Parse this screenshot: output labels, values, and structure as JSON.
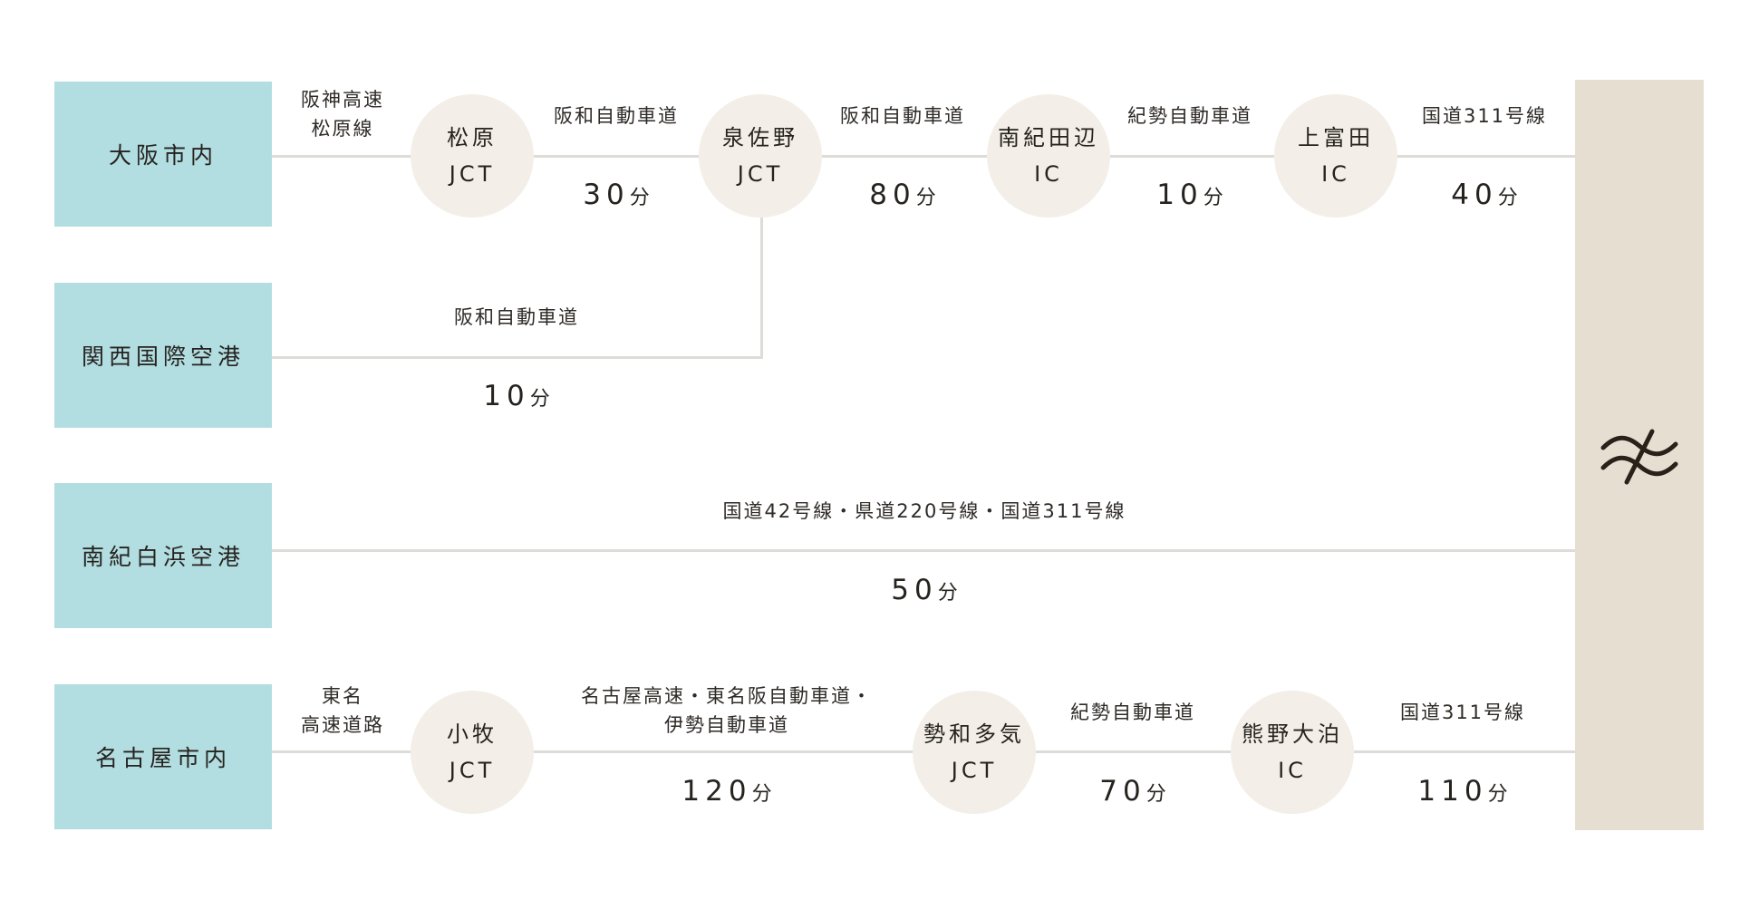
{
  "colors": {
    "origin_box": "#b2dde1",
    "junction_circle": "#f3efe8",
    "route_line": "#dedcd8",
    "destination_bar": "#e6dfd1",
    "text": "#2e2a26"
  },
  "origins": {
    "osaka": "大阪市内",
    "kix": "関西国際空港",
    "shirahama": "南紀白浜空港",
    "nagoya": "名古屋市内"
  },
  "nodes": {
    "matsubara": {
      "name": "松原",
      "type": "JCT"
    },
    "izumisano": {
      "name": "泉佐野",
      "type": "JCT"
    },
    "nankitanabe": {
      "name": "南紀田辺",
      "type": "IC"
    },
    "kamitonda": {
      "name": "上富田",
      "type": "IC"
    },
    "komaki": {
      "name": "小牧",
      "type": "JCT"
    },
    "seiwataki": {
      "name": "勢和多気",
      "type": "JCT"
    },
    "kumanoodomari": {
      "name": "熊野大泊",
      "type": "IC"
    }
  },
  "segments": {
    "osaka_1": {
      "road_line1": "阪神高速",
      "road_line2": "松原線"
    },
    "osaka_2": {
      "road": "阪和自動車道",
      "time": "30",
      "unit": "分"
    },
    "osaka_3": {
      "road": "阪和自動車道",
      "time": "80",
      "unit": "分"
    },
    "osaka_4": {
      "road": "紀勢自動車道",
      "time": "10",
      "unit": "分"
    },
    "osaka_5": {
      "road": "国道311号線",
      "time": "40",
      "unit": "分"
    },
    "kix_1": {
      "road": "阪和自動車道",
      "time": "10",
      "unit": "分"
    },
    "shirahama_1": {
      "road": "国道42号線・県道220号線・国道311号線",
      "time": "50",
      "unit": "分"
    },
    "nagoya_1": {
      "road_line1": "東名",
      "road_line2": "高速道路"
    },
    "nagoya_2": {
      "road_line1": "名古屋高速・東名阪自動車道・",
      "road_line2": "伊勢自動車道",
      "time": "120",
      "unit": "分"
    },
    "nagoya_3": {
      "road": "紀勢自動車道",
      "time": "70",
      "unit": "分"
    },
    "nagoya_4": {
      "road": "国道311号線",
      "time": "110",
      "unit": "分"
    }
  },
  "destination": {
    "logo_icon": "wave-logo-icon"
  }
}
